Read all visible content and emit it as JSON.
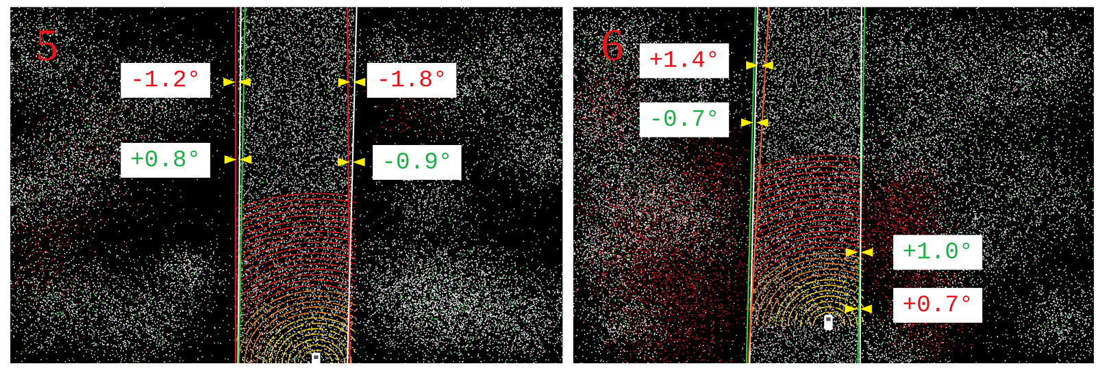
{
  "diagram": {
    "nodes": [
      {
        "text": [
          "-1.2°"
        ]
      },
      {
        "text": [
          "+0.8°"
        ]
      },
      {
        "text": [
          "-1.8°"
        ]
      },
      {
        "text": [
          "-0.9°"
        ]
      },
      {
        "text": [
          "+1.4°"
        ]
      },
      {
        "text": [
          "-0.7°"
        ]
      },
      {
        "text": [
          "+1.0°"
        ]
      },
      {
        "text": [
          "+0.7°"
        ]
      }
    ],
    "labels": [
      "5",
      "6"
    ]
  }
}
